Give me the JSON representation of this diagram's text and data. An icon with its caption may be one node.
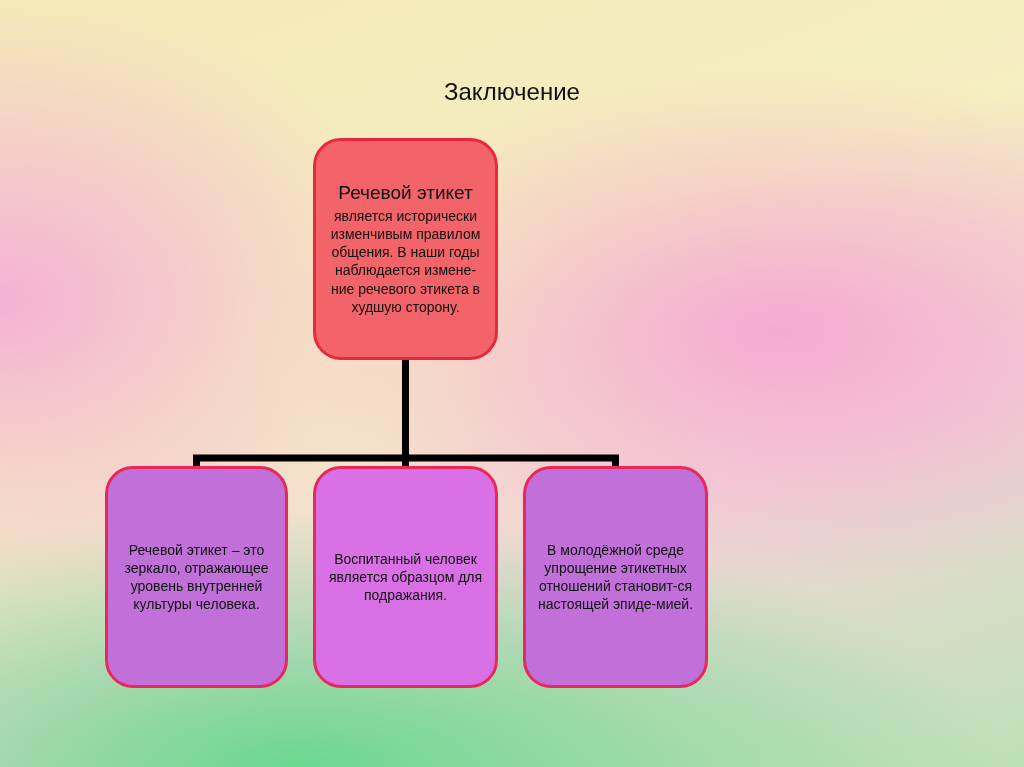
{
  "diagram": {
    "title": "Заключение",
    "nodes": [
      {
        "text": [
          "Речевой этикет",
          "является исторически изменчивым правилом общения. В наши годы наблюдается измене-ние речевого этикета в худшую сторону."
        ]
      },
      {
        "text": [
          "Речевой этикет – это зеркало, отражающее уровень внутренней культуры человека."
        ]
      },
      {
        "text": [
          "Воспитанный человек является образцом для подражания."
        ]
      },
      {
        "text": [
          "В молодёжной среде упрощение этикетных отношений становит-ся настоящей эпиде-мией."
        ]
      }
    ],
    "edges": [
      {
        "from": 0,
        "to": 1,
        "arrow": "none"
      },
      {
        "from": 0,
        "to": 2,
        "arrow": "none"
      },
      {
        "from": 0,
        "to": 3,
        "arrow": "none"
      }
    ]
  }
}
